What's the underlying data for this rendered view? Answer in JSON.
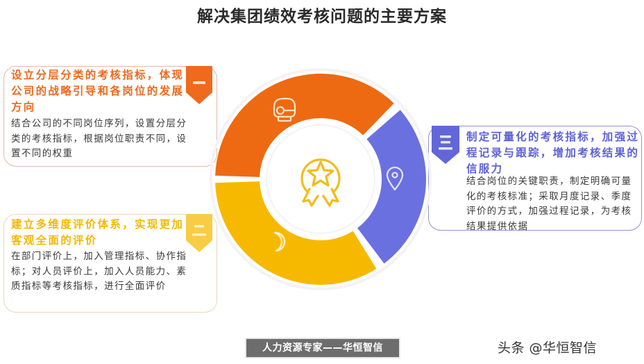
{
  "title": "解决集团绩效考核问题的主要方案",
  "colors": {
    "orange": "#ed6a1f",
    "yellow": "#f7b900",
    "blue": "#6b70e0",
    "badge_orange": "#ef6a1c",
    "badge_yellow": "#f8cd45",
    "badge_blue": "#6266d8",
    "center_icon": "#f2bc1a"
  },
  "center": {
    "icon": "award-medal-icon"
  },
  "segments": [
    {
      "id": 1,
      "color": "orange",
      "icon": "boxing-glove-icon"
    },
    {
      "id": 2,
      "color": "yellow",
      "icon": "crescent-moon-icon"
    },
    {
      "id": 3,
      "color": "blue",
      "icon": "location-pin-icon"
    }
  ],
  "cards": [
    {
      "badge": "一",
      "heading": "设立分层分类的考核指标，体现公司的战略引导和各岗位的发展方向",
      "body": "结合公司的不同岗位序列，设置分层分类的考核指标，根据岗位职责不同，设置不同的权重"
    },
    {
      "badge": "二",
      "heading": "建立多维度评价体系，实现更加客观全面的评价",
      "body": "在部门评价上，加入管理指标、协作指标；对人员评价上，加入人员能力、素质指标等考核指标，进行全面评价"
    },
    {
      "badge": "三",
      "heading": "制定可量化的考核指标，加强过程记录与跟踪，增加考核结果的信服力",
      "body": "结合岗位的关键职责，制定明确可量化的考核标准；采取月度记录、季度评价的方式，加强过程记录，为考核结果提供依据"
    }
  ],
  "footer": {
    "tag": "人力资源专家——华恒智信",
    "watermark": "头条 @华恒智信"
  }
}
